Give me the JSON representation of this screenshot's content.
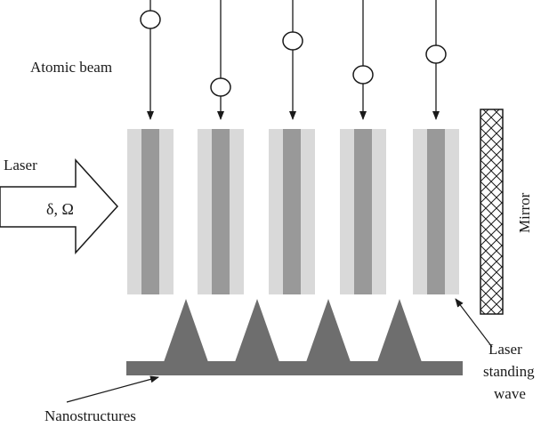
{
  "labels": {
    "atomic_beam": "Atomic beam",
    "laser": "Laser",
    "laser_params": "δ, Ω",
    "mirror": "Mirror",
    "standing_wave": [
      "Laser",
      "standing",
      "wave"
    ],
    "nanostructures": "Nanostructures"
  },
  "atom_count": 5,
  "standing_wave_node_count": 5,
  "nanostructure_peak_count": 4,
  "colors": {
    "stroke": "#1a1a1a",
    "wave_outer": "#d9d9d9",
    "wave_inner": "#999999",
    "nanostructure": "#6e6e6e"
  }
}
